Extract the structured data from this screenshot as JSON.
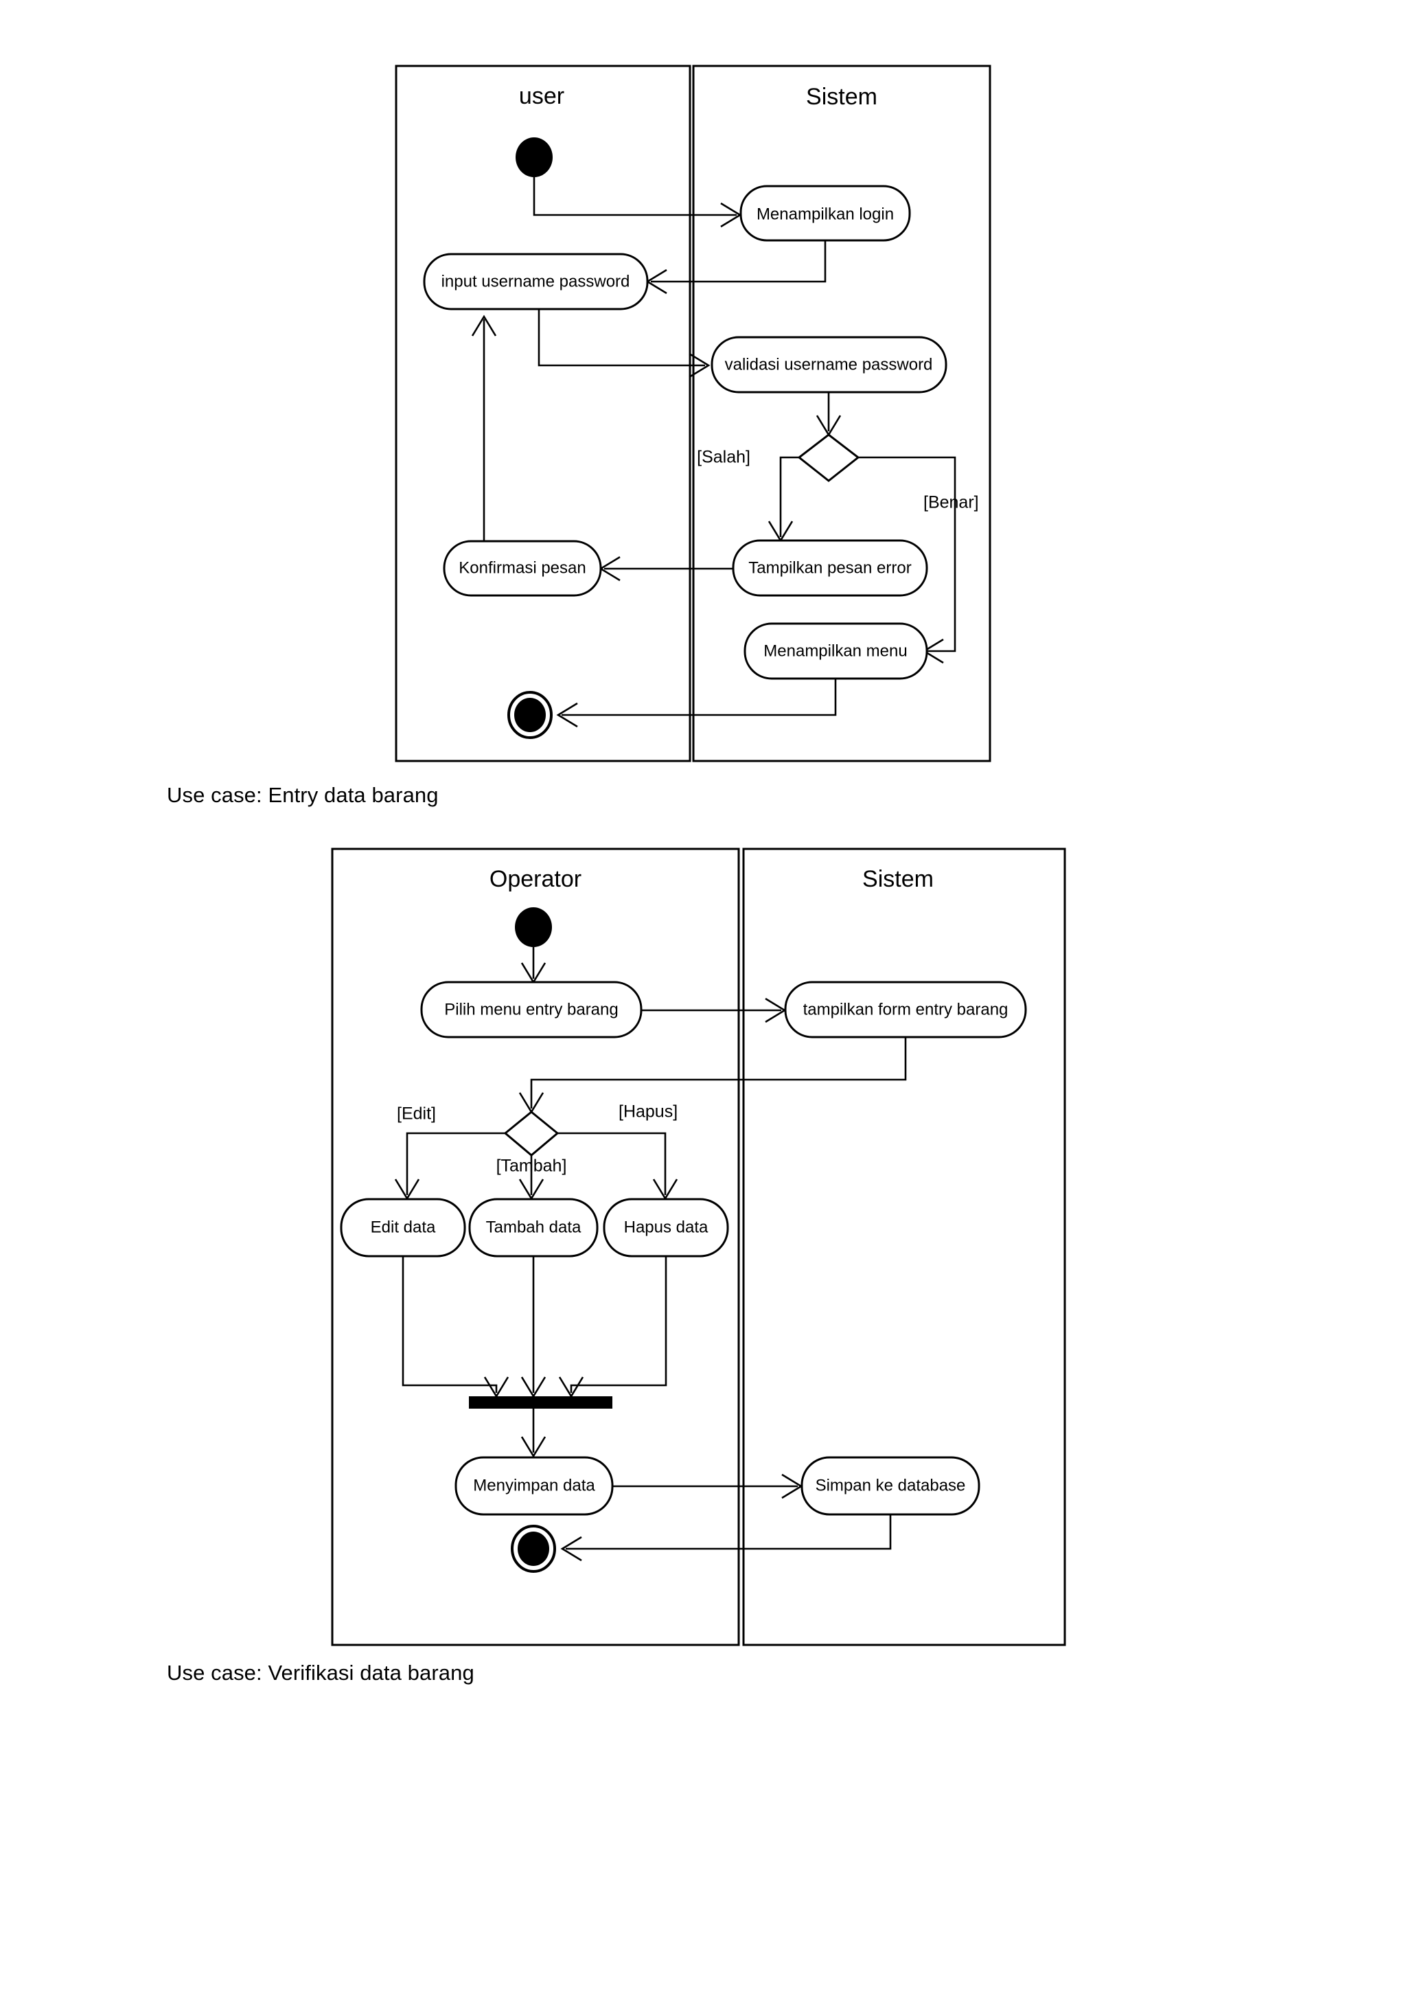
{
  "document": {
    "type": "uml-activity-diagrams",
    "background_color": "#ffffff",
    "line_color": "#000000"
  },
  "captions": {
    "entry_data_barang": "Use case: Entry data barang",
    "verifikasi_data_barang": "Use case: Verifikasi data barang"
  },
  "diagram_login": {
    "title": "Login activity diagram",
    "lanes": [
      {
        "id": "user",
        "label": "user"
      },
      {
        "id": "sistem",
        "label": "Sistem"
      }
    ],
    "nodes": [
      {
        "id": "start",
        "type": "initial-node",
        "lane": "user",
        "label": ""
      },
      {
        "id": "menampilkan-login",
        "type": "action",
        "lane": "sistem",
        "label": "Menampilkan login"
      },
      {
        "id": "input-username-password",
        "type": "action",
        "lane": "user",
        "label": "input username password"
      },
      {
        "id": "validasi-username-password",
        "type": "action",
        "lane": "sistem",
        "label": "validasi username password"
      },
      {
        "id": "decision-validasi",
        "type": "decision",
        "lane": "sistem",
        "label": ""
      },
      {
        "id": "tampilkan-pesan-error",
        "type": "action",
        "lane": "sistem",
        "label": "Tampilkan pesan error"
      },
      {
        "id": "konfirmasi-pesan",
        "type": "action",
        "lane": "user",
        "label": "Konfirmasi pesan"
      },
      {
        "id": "menampilkan-menu",
        "type": "action",
        "lane": "sistem",
        "label": "Menampilkan menu"
      },
      {
        "id": "end",
        "type": "final-node",
        "lane": "user",
        "label": ""
      }
    ],
    "guards": [
      {
        "id": "salah",
        "label": "[Salah]"
      },
      {
        "id": "benar",
        "label": "[Benar]"
      }
    ],
    "edges": [
      {
        "from": "start",
        "to": "menampilkan-login"
      },
      {
        "from": "menampilkan-login",
        "to": "input-username-password"
      },
      {
        "from": "input-username-password",
        "to": "validasi-username-password"
      },
      {
        "from": "validasi-username-password",
        "to": "decision-validasi"
      },
      {
        "from": "decision-validasi",
        "to": "tampilkan-pesan-error",
        "guard": "[Salah]"
      },
      {
        "from": "decision-validasi",
        "to": "menampilkan-menu",
        "guard": "[Benar]"
      },
      {
        "from": "tampilkan-pesan-error",
        "to": "konfirmasi-pesan"
      },
      {
        "from": "konfirmasi-pesan",
        "to": "input-username-password"
      },
      {
        "from": "menampilkan-menu",
        "to": "end"
      }
    ]
  },
  "diagram_entry": {
    "title": "Entry data barang activity diagram",
    "lanes": [
      {
        "id": "operator",
        "label": "Operator"
      },
      {
        "id": "sistem",
        "label": "Sistem"
      }
    ],
    "nodes": [
      {
        "id": "start",
        "type": "initial-node",
        "lane": "operator",
        "label": ""
      },
      {
        "id": "pilih-menu-entry-barang",
        "type": "action",
        "lane": "operator",
        "label": "Pilih menu entry barang"
      },
      {
        "id": "tampilkan-form-entry-barang",
        "type": "action",
        "lane": "sistem",
        "label": "tampilkan form entry barang"
      },
      {
        "id": "decision-aksi",
        "type": "decision",
        "lane": "operator",
        "label": ""
      },
      {
        "id": "edit-data",
        "type": "action",
        "lane": "operator",
        "label": "Edit data"
      },
      {
        "id": "tambah-data",
        "type": "action",
        "lane": "operator",
        "label": "Tambah data"
      },
      {
        "id": "hapus-data",
        "type": "action",
        "lane": "operator",
        "label": "Hapus data"
      },
      {
        "id": "join-bar",
        "type": "join",
        "lane": "operator",
        "label": ""
      },
      {
        "id": "menyimpan-data",
        "type": "action",
        "lane": "operator",
        "label": "Menyimpan data"
      },
      {
        "id": "simpan-ke-database",
        "type": "action",
        "lane": "sistem",
        "label": "Simpan ke database"
      },
      {
        "id": "end",
        "type": "final-node",
        "lane": "operator",
        "label": ""
      }
    ],
    "guards": [
      {
        "id": "edit",
        "label": "[Edit]"
      },
      {
        "id": "tambah",
        "label": "[Tambah]"
      },
      {
        "id": "hapus",
        "label": "[Hapus]"
      }
    ],
    "edges": [
      {
        "from": "start",
        "to": "pilih-menu-entry-barang"
      },
      {
        "from": "pilih-menu-entry-barang",
        "to": "tampilkan-form-entry-barang"
      },
      {
        "from": "tampilkan-form-entry-barang",
        "to": "decision-aksi"
      },
      {
        "from": "decision-aksi",
        "to": "edit-data",
        "guard": "[Edit]"
      },
      {
        "from": "decision-aksi",
        "to": "tambah-data",
        "guard": "[Tambah]"
      },
      {
        "from": "decision-aksi",
        "to": "hapus-data",
        "guard": "[Hapus]"
      },
      {
        "from": "edit-data",
        "to": "join-bar"
      },
      {
        "from": "tambah-data",
        "to": "join-bar"
      },
      {
        "from": "hapus-data",
        "to": "join-bar"
      },
      {
        "from": "join-bar",
        "to": "menyimpan-data"
      },
      {
        "from": "menyimpan-data",
        "to": "simpan-ke-database"
      },
      {
        "from": "simpan-ke-database",
        "to": "end"
      }
    ]
  }
}
